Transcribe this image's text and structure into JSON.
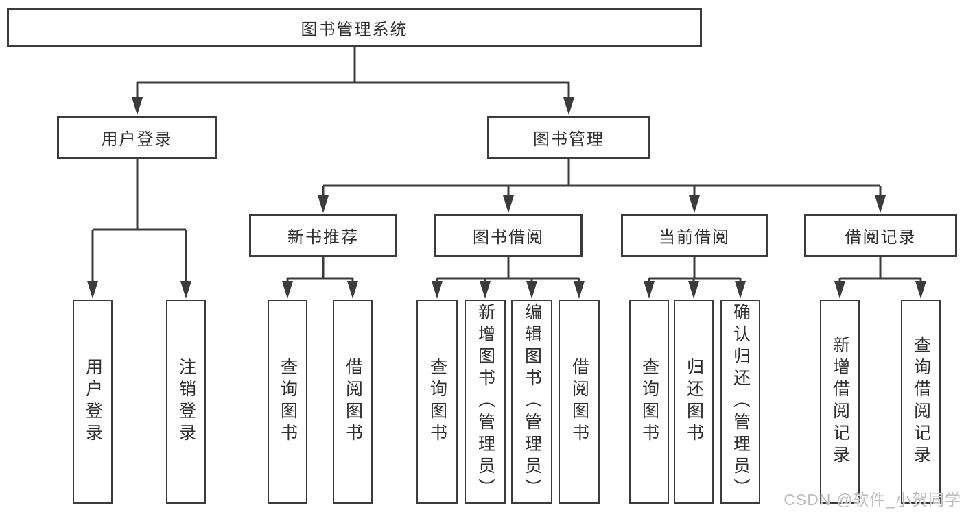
{
  "diagram": {
    "title": "图书管理系统",
    "children": [
      {
        "label": "用户登录",
        "leaves": [
          "用户登录",
          "注销登录"
        ]
      },
      {
        "label": "图书管理",
        "children": [
          {
            "label": "新书推荐",
            "leaves": [
              "查询图书",
              "借阅图书"
            ]
          },
          {
            "label": "图书借阅",
            "leaves": [
              "查询图书",
              "新增图书（管理员）",
              "编辑图书（管理员）",
              "借阅图书"
            ]
          },
          {
            "label": "当前借阅",
            "leaves": [
              "查询图书",
              "归还图书",
              "确认归还（管理员）"
            ]
          },
          {
            "label": "借阅记录",
            "leaves": [
              "新增借阅记录",
              "查询借阅记录"
            ]
          }
        ]
      }
    ]
  },
  "watermark": {
    "text": "CSDN @软件_小贺同学"
  },
  "colors": {
    "line": "#3b3b3b",
    "text": "#2e2e2e",
    "watermark": "#bdbdbd",
    "background": "#ffffff"
  }
}
